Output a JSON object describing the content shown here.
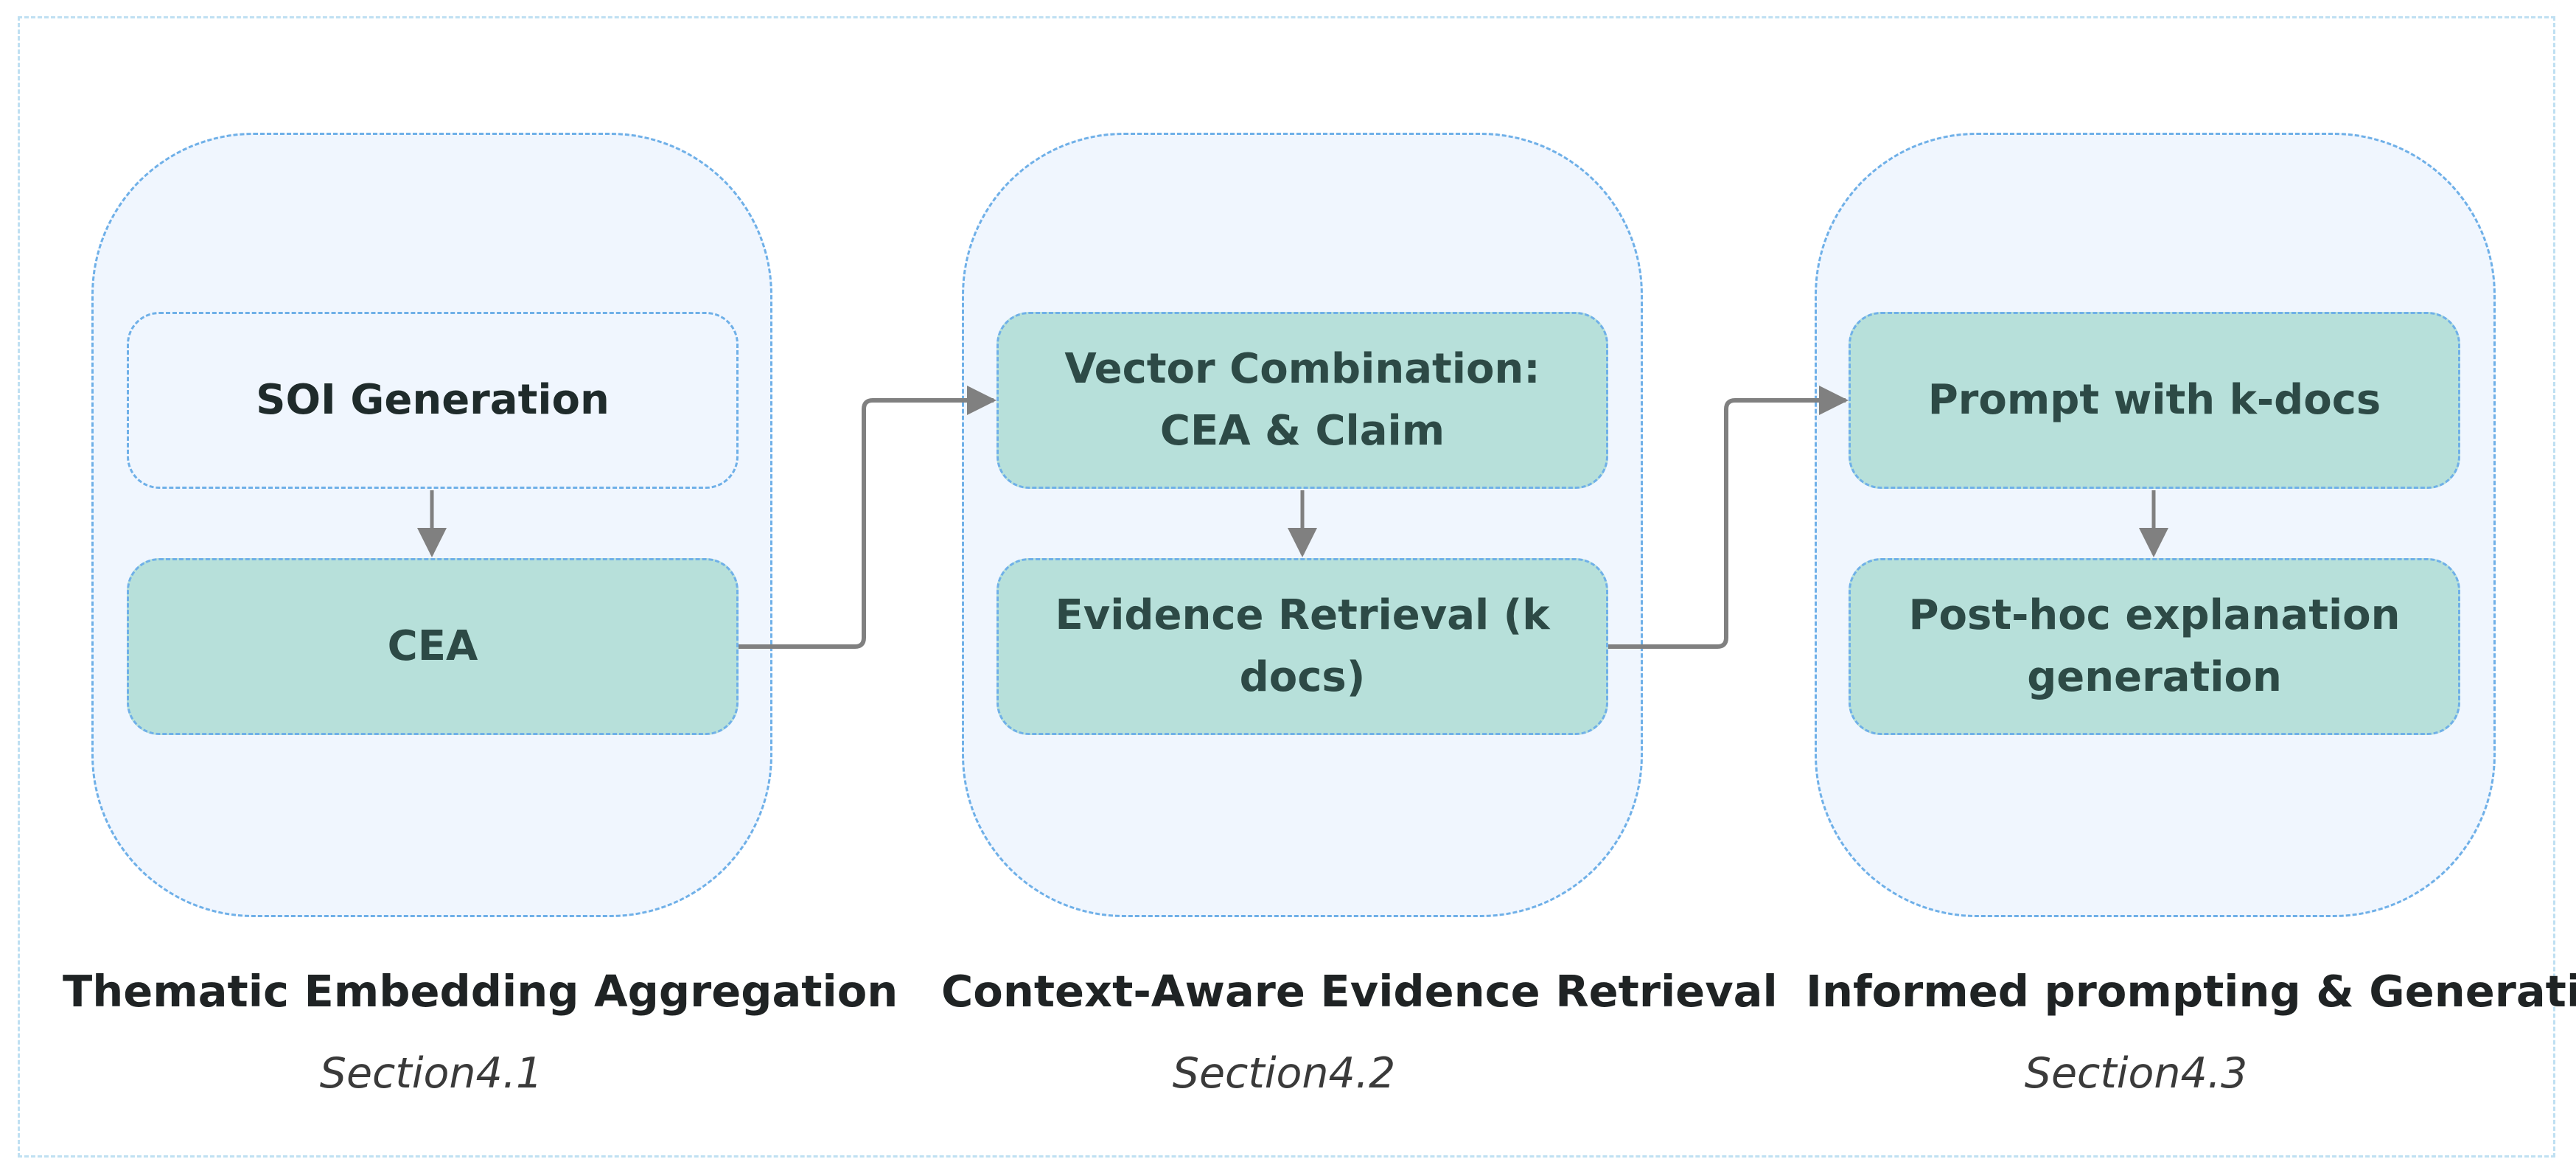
{
  "stages": [
    {
      "title": "Thematic Embedding Aggregation",
      "section": "Section4.1",
      "boxes": [
        {
          "label": "SOI Generation"
        },
        {
          "label": "CEA"
        }
      ]
    },
    {
      "title": "Context-Aware Evidence Retrieval",
      "section": "Section4.2",
      "boxes": [
        {
          "label": "Vector Combination:\nCEA & Claim"
        },
        {
          "label": "Evidence Retrieval (k docs)"
        }
      ]
    },
    {
      "title": "Informed prompting & Generation",
      "section": "Section4.3",
      "boxes": [
        {
          "label": "Prompt with k-docs"
        },
        {
          "label": "Post-hoc explanation\ngeneration"
        }
      ]
    }
  ],
  "colors": {
    "stage_fill": "#f0f6fe",
    "stage_border": "#6fb0e8",
    "box_fill": "#b7e0da",
    "text": "#2d4a46",
    "arrow": "#808080"
  }
}
